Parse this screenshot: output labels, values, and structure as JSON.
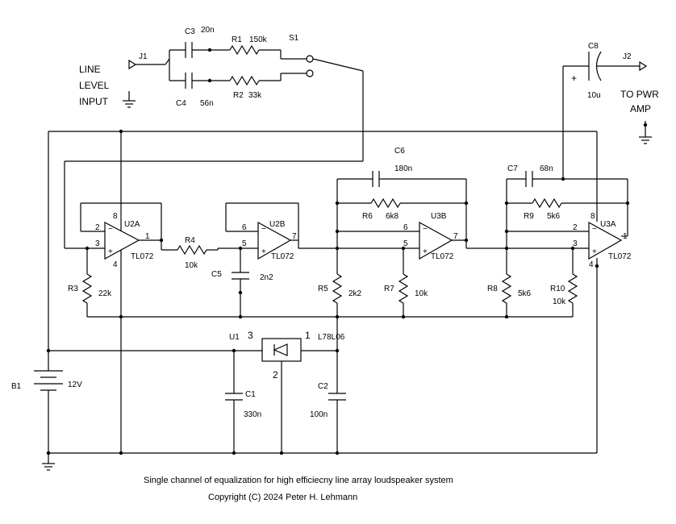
{
  "labels": {
    "j1": "J1",
    "j2": "J2",
    "line_input": [
      "LINE",
      "LEVEL",
      "INPUT"
    ],
    "to_pwr_amp": [
      "TO PWR",
      "AMP"
    ],
    "c3": "C3",
    "c3_val": "20n",
    "c4": "C4",
    "c4_val": "56n",
    "r1": "R1",
    "r1_val": "150k",
    "r2": "R2",
    "r2_val": "33k",
    "s1": "S1",
    "c8": "C8",
    "c8_val": "10u",
    "c8_plus": "+",
    "c6": "C6",
    "c6_val": "180n",
    "c7": "C7",
    "c7_val": "68n",
    "r6": "R6",
    "r6_val": "6k8",
    "r9": "R9",
    "r9_val": "5k6",
    "u2a": "U2A",
    "u2b": "U2B",
    "u3b": "U3B",
    "u3a": "U3A",
    "tl072": "TL072",
    "r4": "R4",
    "r4_val": "10k",
    "c5": "C5",
    "c5_val": "2n2",
    "r3": "R3",
    "r3_val": "22k",
    "r5": "R5",
    "r5_val": "2k2",
    "r7": "R7",
    "r7_val": "10k",
    "r8": "R8",
    "r8_val": "5k6",
    "r10": "R10",
    "r10_val": "10k",
    "u1": "U1",
    "u1_part": "L78L06",
    "u1_pin_in": "3",
    "u1_pin_out": "1",
    "u1_pin_gnd": "2",
    "b1": "B1",
    "b1_val": "12V",
    "c1": "C1",
    "c1_val": "330n",
    "c2": "C2",
    "c2_val": "100n",
    "pins": {
      "u2a_p2": "2",
      "u2a_p3": "3",
      "u2a_p1": "1",
      "u2a_p8": "8",
      "u2a_p4": "4",
      "u2b_p6": "6",
      "u2b_p5": "5",
      "u2b_p7": "7",
      "u3b_p6": "6",
      "u3b_p5": "5",
      "u3b_p7": "7",
      "u3a_p2": "2",
      "u3a_p3": "3",
      "u3a_p1": "1",
      "u3a_p8": "8",
      "u3a_p4": "4"
    }
  },
  "caption": {
    "line1": "Single channel of equalization for high efficiecny line array loudspeaker system",
    "line2": "Copyright (C) 2024 Peter H. Lehmann"
  }
}
